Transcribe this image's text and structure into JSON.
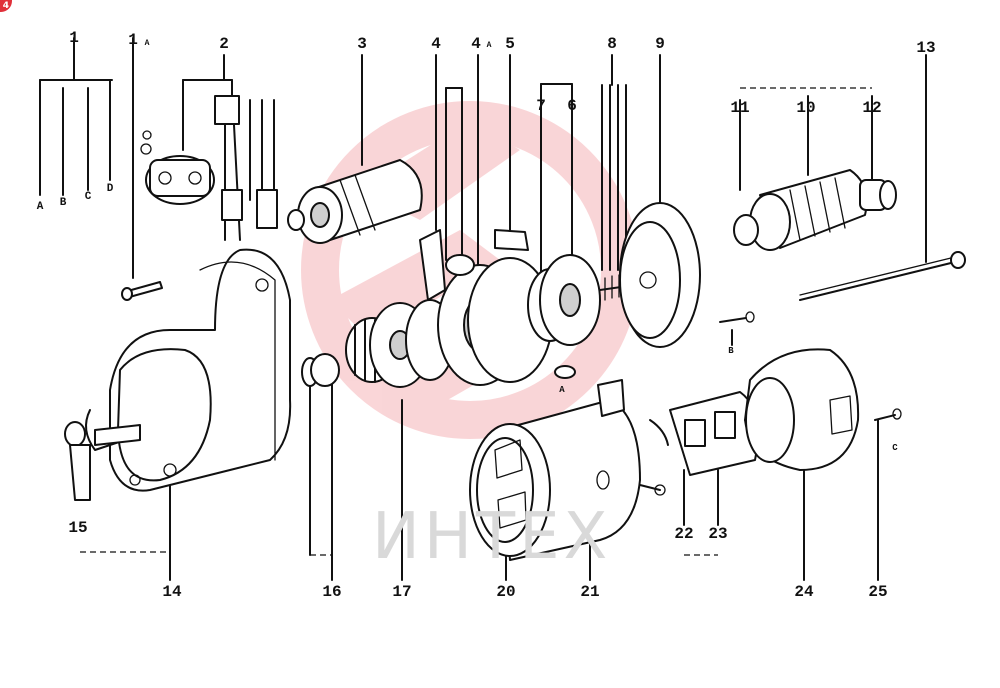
{
  "badge": {
    "color": "#e0303a",
    "text": "4"
  },
  "watermark": {
    "logo_color": "#f08a8f",
    "text": "ИНТЕХ",
    "text_color": "#d9d9d9"
  },
  "labels": {
    "l1": "1",
    "lA": "A",
    "lB": "B",
    "lC": "C",
    "lD": "D",
    "l1a_num": "1",
    "l1a_sub": "A",
    "l2": "2",
    "l3": "3",
    "l4": "4",
    "l4a_num": "4",
    "l4a_sub": "A",
    "l5": "5",
    "l7": "7",
    "l6": "6",
    "l8": "8",
    "l9": "9",
    "l11": "11",
    "l10": "10",
    "l12": "12",
    "l13": "13",
    "l14": "14",
    "l15": "15",
    "l16": "16",
    "l17": "17",
    "l20": "20",
    "l21": "21",
    "l22": "22",
    "l23": "23",
    "l24": "24",
    "l25": "25",
    "tagA": "A",
    "tagB": "B",
    "tagC": "C"
  }
}
